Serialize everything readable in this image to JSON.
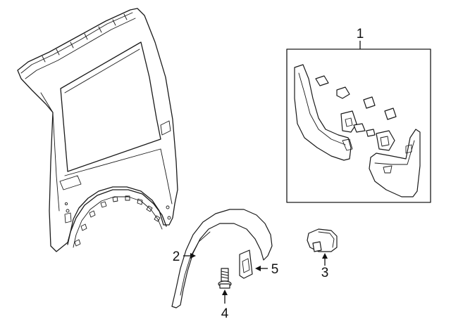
{
  "callouts": [
    {
      "id": "1",
      "text": "1"
    },
    {
      "id": "2",
      "text": "2"
    },
    {
      "id": "3",
      "text": "3"
    },
    {
      "id": "4",
      "text": "4"
    },
    {
      "id": "5",
      "text": "5"
    }
  ],
  "colors": {
    "line": "#1a1a1a",
    "background": "#ffffff"
  }
}
